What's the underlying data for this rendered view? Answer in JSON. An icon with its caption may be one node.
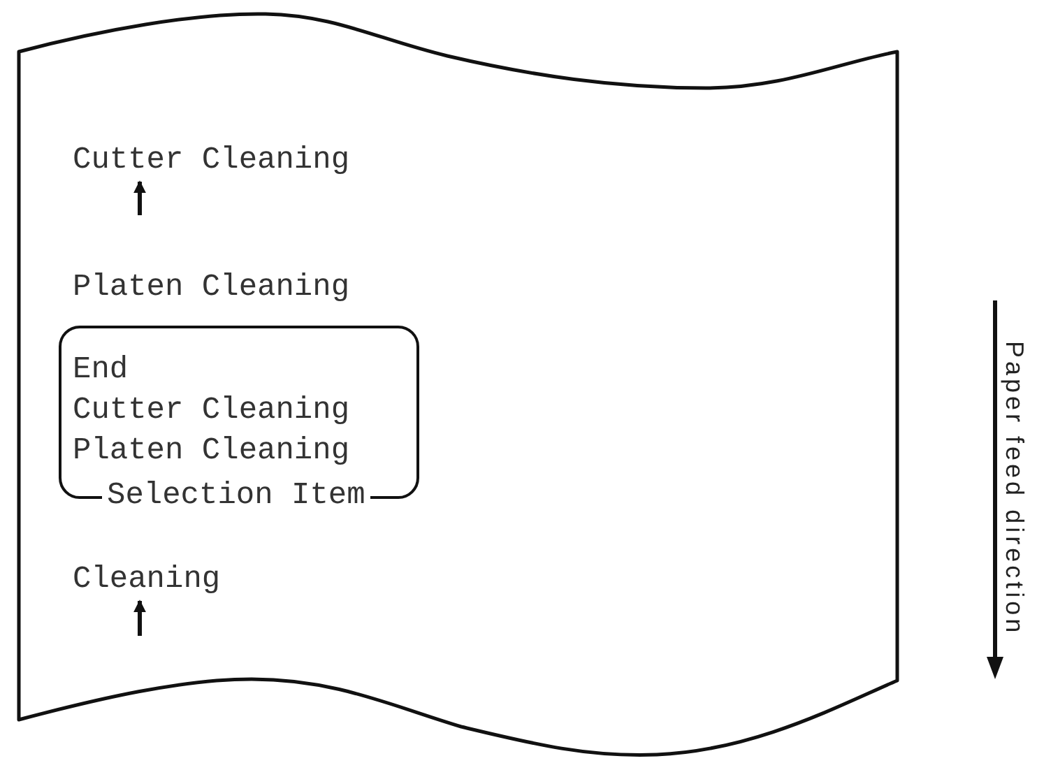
{
  "diagram": {
    "nodes": [
      {
        "text": [],
        "shape": "paper"
      },
      {
        "text": [
          "Cutter Cleaning"
        ],
        "in": 0
      },
      {
        "text": [
          "End",
          "Cutter Cleaning",
          "Platen Cleaning",
          "Selection Item"
        ],
        "in": 0
      },
      {
        "text": [
          "Cleaning"
        ],
        "in": 0
      }
    ],
    "edges": [
      {
        "from": null,
        "to": 1,
        "arrow": "to"
      },
      {
        "from": null,
        "to": 3,
        "arrow": "to"
      }
    ],
    "labels": [
      "Platen Cleaning",
      "Paper feed direction"
    ]
  }
}
